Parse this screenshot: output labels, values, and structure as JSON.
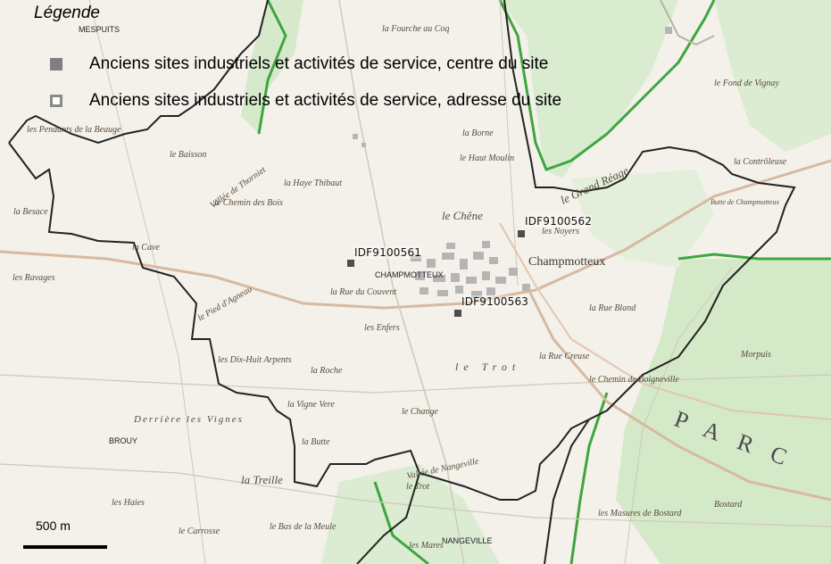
{
  "legend": {
    "title": "Légende",
    "items": [
      {
        "label": "Anciens sites industriels et activités de service, centre du site",
        "symbol": "filled-square",
        "color": "#7f7f7f"
      },
      {
        "label": "Anciens sites industriels et activités de service, adresse du site",
        "symbol": "hollow-square",
        "color": "#8a8a8a"
      }
    ]
  },
  "sites": [
    {
      "id": "IDF9100561"
    },
    {
      "id": "IDF9100562"
    },
    {
      "id": "IDF9100563"
    }
  ],
  "places": {
    "champmotteux_town": "Champmotteux",
    "champmotteux_caps": "CHAMPMOTTEUX",
    "brouy": "BROUY",
    "nangeville": "NANGEVILLE",
    "mespuits": "MESPUITS",
    "parc": "PARC",
    "le_chene": "le Chêne",
    "le_trot": "le Trot",
    "la_treille": "la Treille",
    "la_borne": "la Borne",
    "les_noyers": "les Noyers",
    "la_rue_bland": "la Rue Bland",
    "morpuis": "Morpuis",
    "la_controleuse": "la Contrôleuse",
    "la_cave": "la Cave",
    "le_baisson": "le Baisson",
    "la_haye_thibaut": "la Haye Thibaut",
    "les_enfers": "les Enfers",
    "la_roche": "la Roche",
    "la_vigne_vere": "la Vigne Vere",
    "la_butte": "la Butte",
    "les_haies": "les Haies",
    "le_carrosse": "le Carrosse",
    "bostard": "Bostard",
    "derriere_les_vignes": "Derrière les Vignes",
    "les_dix_huit": "les Dix-Huit Arpents",
    "la_rue_du_couvent": "la Rue du Couvent",
    "le_change": "le Change",
    "la_rue_creuse": "la Rue Creuse",
    "le_chemin_boigneville": "le Chemin de Boigneville",
    "le_fond_de_vignay": "le Fond de Vignay",
    "la_fourche_au_coq": "la Fourche au Coq",
    "les_masures": "les Masures de Bostard",
    "le_pied_dagneau": "le Pied d'Agneau",
    "vallee_de_thorniet": "Vallée de Thorniet",
    "le_grand_reage": "le Grand Réage",
    "les_pendants": "les Pendants de la Beauge",
    "la_besace": "la Besace",
    "les_ravages": "les Ravages",
    "le_haut_moulin": "le Haut Moulin",
    "le_chemin_des_bois": "le Chemin des Bois",
    "butte_de_champmotteux": "Butte de Champmotteux",
    "vallee_de_nangeville": "Vallée de Nangeville",
    "le_bas_de_la_meule": "le Bas de la Meule",
    "les_mares": "les Mares"
  },
  "scale": {
    "label": "500 m"
  },
  "colors": {
    "background": "#f3f1ea",
    "green": "#cfe6c4",
    "green_edge": "#3fa63f",
    "boundary": "#222222",
    "road": "#d8b9a0",
    "marker": "#4d4d4d"
  }
}
